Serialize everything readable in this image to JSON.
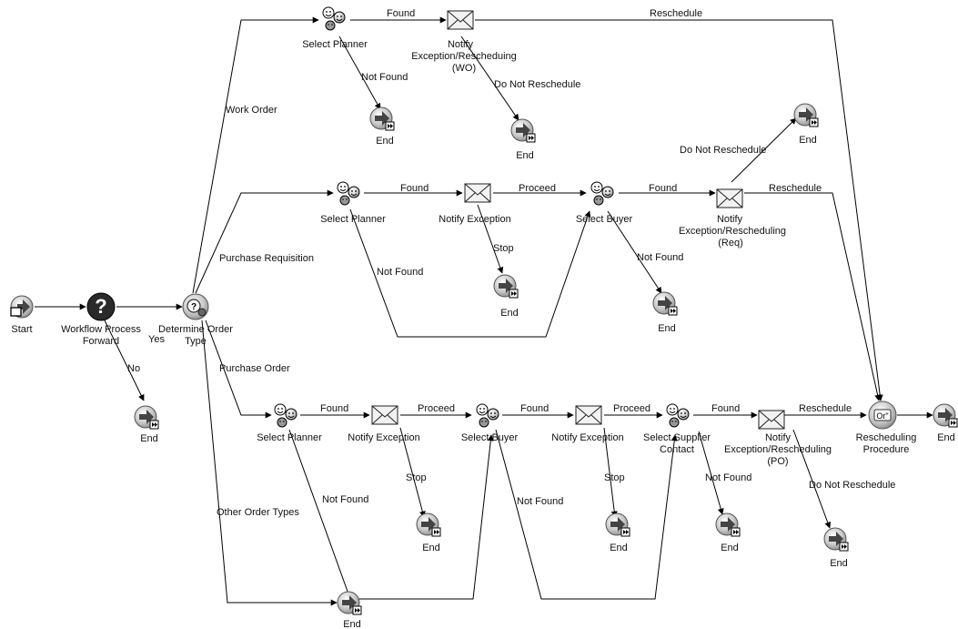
{
  "nodes": {
    "start": {
      "label": "Start",
      "icon": "start-icon"
    },
    "workflow_forward": {
      "label_lines": [
        "Workflow Process",
        "Forward"
      ],
      "icon": "question-icon"
    },
    "determine_type": {
      "label_lines": [
        "Determine Order",
        "Type"
      ],
      "icon": "decision-icon"
    },
    "end_no": {
      "label": "End",
      "icon": "end-icon"
    },
    "wo_select_planner": {
      "label": "Select Planner",
      "icon": "people-icon"
    },
    "wo_notify": {
      "label_lines": [
        "Notify",
        "Exception/Rescheduing",
        "(WO)"
      ],
      "icon": "envelope-icon"
    },
    "wo_end_notfound": {
      "label": "End",
      "icon": "end-icon"
    },
    "wo_end_donot": {
      "label": "End",
      "icon": "end-icon"
    },
    "req_select_planner": {
      "label": "Select Planner",
      "icon": "people-icon"
    },
    "req_notify_exception": {
      "label": "Notify Exception",
      "icon": "envelope-icon"
    },
    "req_end_stop": {
      "label": "End",
      "icon": "end-icon"
    },
    "req_select_buyer": {
      "label": "Select Buyer",
      "icon": "people-icon"
    },
    "req_end_notfound": {
      "label": "End",
      "icon": "end-icon"
    },
    "req_notify_resched": {
      "label_lines": [
        "Notify",
        "Exception/Rescheduling",
        "(Req)"
      ],
      "icon": "envelope-icon"
    },
    "req_end_donot": {
      "label": "End",
      "icon": "end-icon"
    },
    "po_select_planner": {
      "label": "Select Planner",
      "icon": "people-icon"
    },
    "po_notify_exception1": {
      "label": "Notify Exception",
      "icon": "envelope-icon"
    },
    "po_end_stop1": {
      "label": "End",
      "icon": "end-icon"
    },
    "po_select_buyer": {
      "label": "Select Buyer",
      "icon": "people-icon"
    },
    "po_notify_exception2": {
      "label": "Notify Exception",
      "icon": "envelope-icon"
    },
    "po_end_stop2": {
      "label": "End",
      "icon": "end-icon"
    },
    "po_select_supplier": {
      "label_lines": [
        "Select Supplier",
        "Contact"
      ],
      "icon": "people-icon"
    },
    "po_end_notfound": {
      "label": "End",
      "icon": "end-icon"
    },
    "po_notify_resched": {
      "label_lines": [
        "Notify",
        "Exception/Rescheduling",
        "(PO)"
      ],
      "icon": "envelope-icon"
    },
    "po_end_donot": {
      "label": "End",
      "icon": "end-icon"
    },
    "resched_proc": {
      "label_lines": [
        "Rescheduling",
        "Procedure"
      ],
      "icon": "process-icon"
    },
    "end_final": {
      "label": "End",
      "icon": "end-icon"
    },
    "end_other": {
      "label": "End",
      "icon": "end-icon"
    }
  },
  "edges": {
    "yes": "Yes",
    "no": "No",
    "work_order": "Work Order",
    "purchase_requisition": "Purchase Requisition",
    "purchase_order": "Purchase Order",
    "other_order_types": "Other Order Types",
    "wo_found": "Found",
    "wo_not_found": "Not Found",
    "wo_reschedule": "Reschedule",
    "wo_do_not": "Do Not Reschedule",
    "req_found1": "Found",
    "req_not_found1": "Not Found",
    "req_proceed": "Proceed",
    "req_stop": "Stop",
    "req_found2": "Found",
    "req_not_found2": "Not Found",
    "req_reschedule": "Reschedule",
    "req_do_not": "Do Not Reschedule",
    "po_found1": "Found",
    "po_not_found1": "Not Found",
    "po_proceed1": "Proceed",
    "po_stop1": "Stop",
    "po_found2": "Found",
    "po_not_found2": "Not Found",
    "po_proceed2": "Proceed",
    "po_stop2": "Stop",
    "po_found3": "Found",
    "po_not_found3": "Not Found",
    "po_reschedule": "Reschedule",
    "po_do_not": "Do Not Reschedule"
  }
}
